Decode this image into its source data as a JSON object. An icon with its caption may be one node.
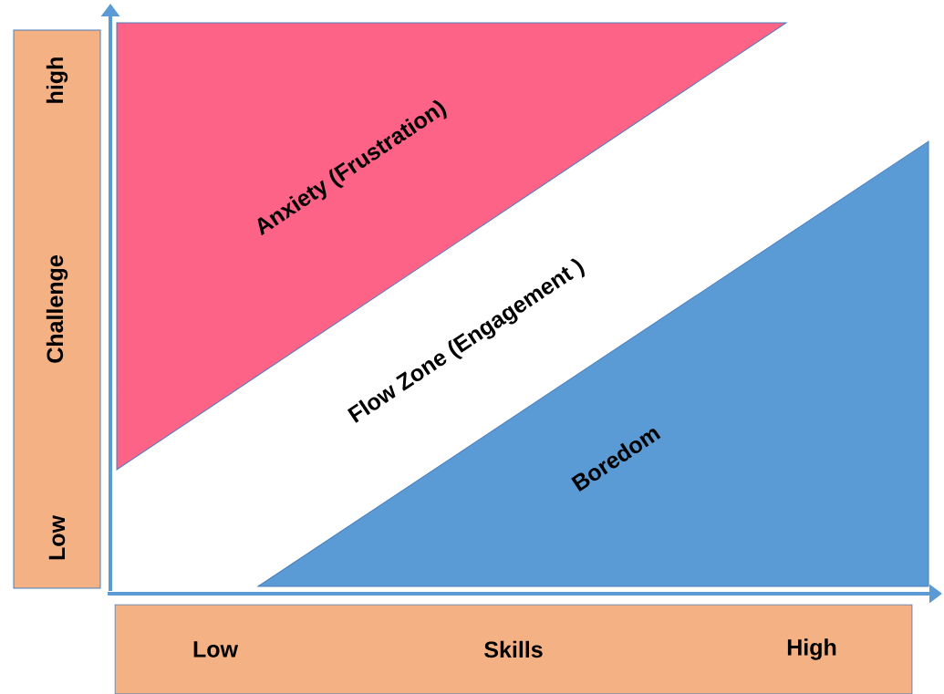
{
  "diagram": {
    "nodes": [
      {
        "text": [
          "high",
          "Challenge",
          "Low"
        ]
      },
      {
        "text": [
          "Anxiety (Frustration)"
        ]
      },
      {
        "text": [
          "Boredom"
        ]
      },
      {
        "text": [
          "Low",
          "Skills",
          "High"
        ]
      }
    ],
    "labels": [
      "Flow Zone (Engagement )"
    ]
  }
}
